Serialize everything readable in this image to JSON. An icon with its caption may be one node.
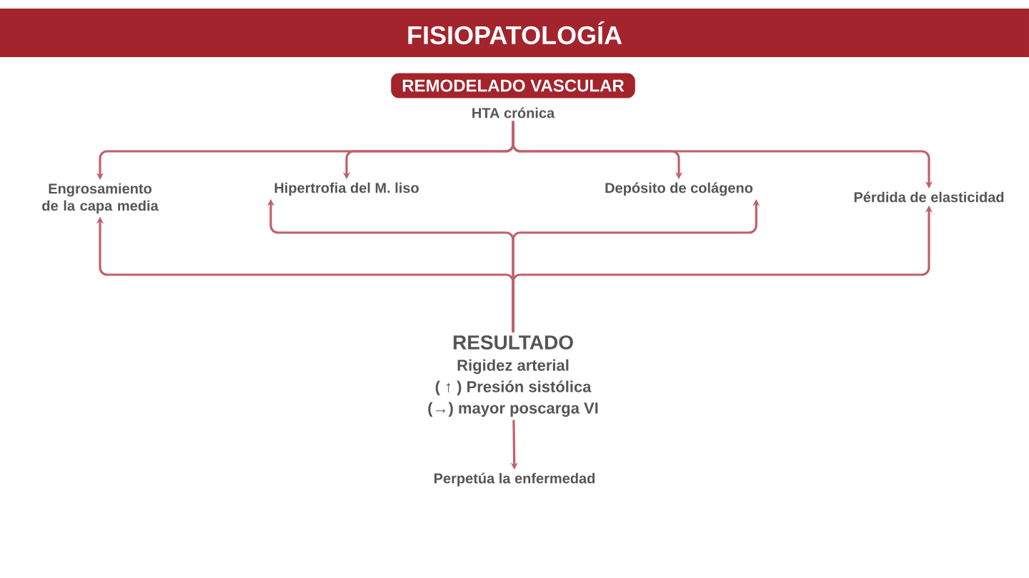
{
  "diagram": {
    "title": "FISIOPATOLOGÍA",
    "nodes": [
      {
        "text": [
          "REMODELADO VASCULAR"
        ]
      },
      {
        "text": [
          "HTA crónica"
        ]
      },
      {
        "text": [
          "Engrosamiento de la capa media"
        ]
      },
      {
        "text": [
          "Hipertrofia del M. liso"
        ]
      },
      {
        "text": [
          "Depósito de colágeno"
        ]
      },
      {
        "text": [
          "Pérdida de elasticidad"
        ]
      },
      {
        "text": [
          "RESULTADO",
          "Rigidez arterial",
          "( ↑ ) Presión sistólica",
          "(→) mayor poscarga VI"
        ]
      },
      {
        "text": [
          "Perpetúa la enfermedad"
        ]
      }
    ],
    "edges": [
      {
        "from": 1,
        "to": 2,
        "arrow": "to"
      },
      {
        "from": 1,
        "to": 3,
        "arrow": "to"
      },
      {
        "from": 1,
        "to": 4,
        "arrow": "to"
      },
      {
        "from": 1,
        "to": 5,
        "arrow": "to"
      },
      {
        "from": 6,
        "to": 3,
        "arrow": "to"
      },
      {
        "from": 6,
        "to": 4,
        "arrow": "to"
      },
      {
        "from": 6,
        "to": 2,
        "arrow": "to"
      },
      {
        "from": 6,
        "to": 5,
        "arrow": "to"
      },
      {
        "from": 6,
        "to": 7,
        "arrow": "to"
      }
    ]
  }
}
